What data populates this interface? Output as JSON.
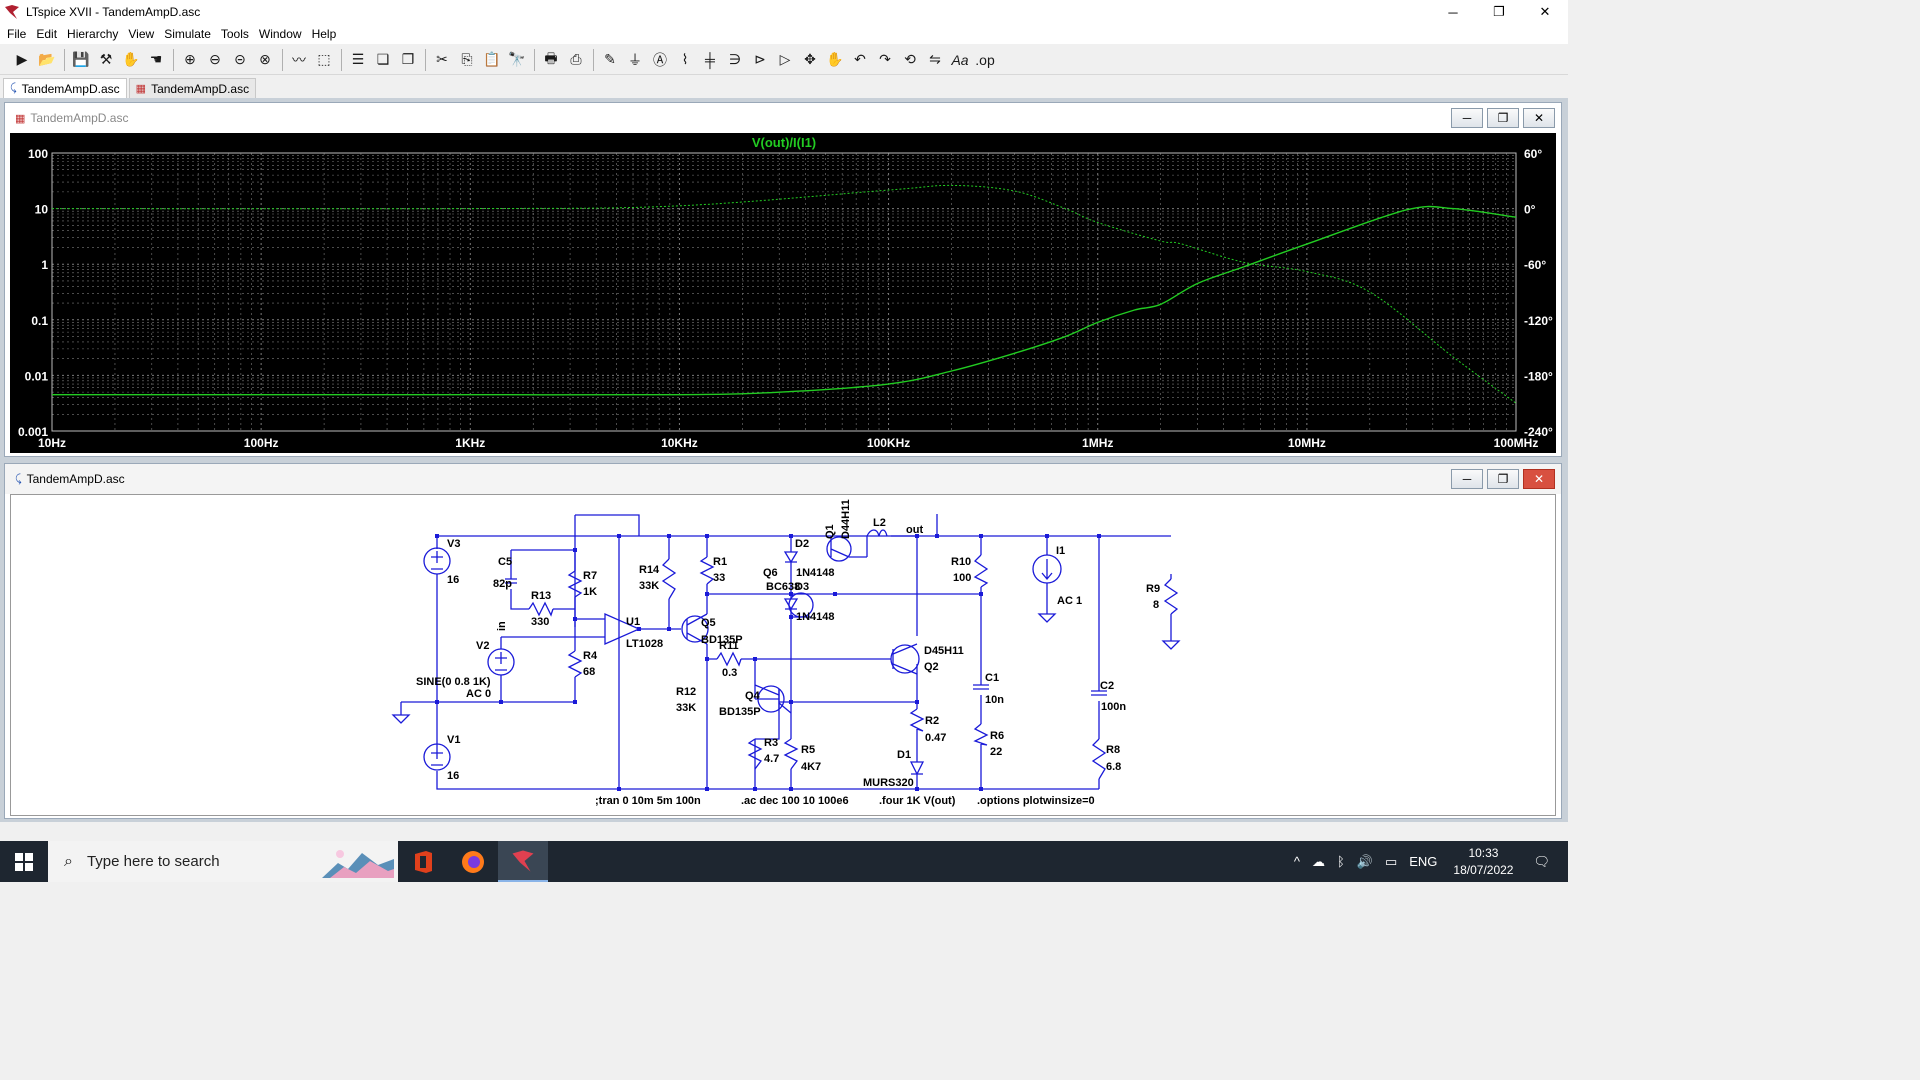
{
  "window": {
    "title": "LTspice XVII - TandemAmpD.asc",
    "minimize": "─",
    "maximize": "❐",
    "close": "✕"
  },
  "menu": [
    "File",
    "Edit",
    "Hierarchy",
    "View",
    "Simulate",
    "Tools",
    "Window",
    "Help"
  ],
  "toolbar_icons": [
    "run-icon",
    "open-icon",
    "save-icon",
    "control-panel-icon",
    "halt-icon",
    "pan-icon",
    "zoom-in-icon",
    "zoom-out-icon",
    "zoom-back-icon",
    "zoom-extent-icon",
    "waveform-icon",
    "autorange-icon",
    "tile-icon",
    "cascade-icon",
    "close-all-icon",
    "cut-icon",
    "copy-icon",
    "paste-icon",
    "find-icon",
    "print-icon",
    "print-preview-icon",
    "draw-wire-icon",
    "ground-icon",
    "label-icon",
    "resistor-icon",
    "capacitor-icon",
    "inductor-icon",
    "diode-icon",
    "component-icon",
    "move-icon",
    "drag-icon",
    "undo-icon",
    "redo-icon",
    "rotate-icon",
    "mirror-icon",
    "text-icon",
    "spice-directive-icon"
  ],
  "tabs": [
    {
      "label": "TandemAmpD.asc",
      "icon": "schematic-icon"
    },
    {
      "label": "TandemAmpD.asc",
      "icon": "waveform-icon"
    }
  ],
  "plot_window": {
    "title": "TandemAmpD.asc",
    "trace_label": "V(out)/I(I1)",
    "trace_color": "#22cc22",
    "left_axis_ticks": [
      "100",
      "10",
      "1",
      "0.1",
      "0.01",
      "0.001"
    ],
    "right_axis_ticks": [
      "60°",
      "0°",
      "-60°",
      "-120°",
      "-180°",
      "-240°"
    ],
    "x_axis_ticks": [
      "10Hz",
      "100Hz",
      "1KHz",
      "10KHz",
      "100KHz",
      "1MHz",
      "10MHz",
      "100MHz"
    ]
  },
  "chart_data": {
    "type": "line",
    "title": "V(out)/I(I1)",
    "x_scale": "log",
    "xlim": [
      10,
      100000000
    ],
    "y_scale": "log",
    "ylim": [
      0.001,
      100
    ],
    "y2lim": [
      -240,
      60
    ],
    "grid": true,
    "series": [
      {
        "axis": "left",
        "style": "solid",
        "x": [
          10,
          100,
          1000,
          10000,
          30000,
          100000,
          200000,
          400000,
          700000,
          1000000,
          1500000,
          2000000,
          3000000,
          5000000,
          10000000,
          30000000,
          50000000,
          100000000
        ],
        "y": [
          0.0045,
          0.0045,
          0.0045,
          0.0045,
          0.005,
          0.007,
          0.012,
          0.025,
          0.05,
          0.09,
          0.15,
          0.19,
          0.45,
          0.9,
          2.3,
          9.5,
          10,
          7
        ]
      },
      {
        "axis": "right",
        "style": "dashed",
        "x": [
          10,
          1000,
          10000,
          100000,
          200000,
          400000,
          700000,
          1000000,
          2000000,
          2500000,
          5000000,
          10000000,
          20000000,
          50000000,
          100000000
        ],
        "y": [
          0,
          0,
          3,
          20,
          25,
          19,
          0,
          -15,
          -35,
          -38,
          -58,
          -68,
          -90,
          -160,
          -210
        ]
      }
    ]
  },
  "schematic_window": {
    "title": "TandemAmpD.asc"
  },
  "schematic": {
    "labels": {
      "v3": "V3",
      "v3_val": "16",
      "v1": "V1",
      "v1_val": "16",
      "c5": "C5",
      "c5_val": "82p",
      "r13": "R13",
      "r13_val": "330",
      "r7": "R7",
      "r7_val": "1K",
      "r4": "R4",
      "r4_val": "68",
      "v2": "V2",
      "v2_src": "SINE(0 0.8 1K)",
      "v2_ac": "AC 0",
      "in": "in",
      "u1": "U1",
      "u1_val": "LT1028",
      "r14": "R14",
      "r14_val": "33K",
      "r12": "R12",
      "r12_val": "33K",
      "q5": "Q5",
      "q5_val": "BD135P",
      "r1": "R1",
      "r1_val": "33",
      "r11": "R11",
      "r11_val": "0.3",
      "q4": "Q4",
      "q4_val": "BD135P",
      "r3": "R3",
      "r3_val": "4.7",
      "r5": "R5",
      "r5_val": "4K7",
      "d2": "D2",
      "d2_val": "1N4148",
      "q6": "Q6",
      "q6_val": "BC638",
      "d3": "D3",
      "d3_val": "1N4148",
      "q1": "Q1",
      "q1_val": "D44H11",
      "l2": "L2",
      "out": "out",
      "q2": "Q2",
      "q2_val": "D45H11",
      "r2": "R2",
      "r2_val": "0.47",
      "d1": "D1",
      "d1_val": "MURS320",
      "r10": "R10",
      "r10_val": "100",
      "c1": "C1",
      "c1_val": "10n",
      "r6": "R6",
      "r6_val": "22",
      "i1": "I1",
      "i1_val": "AC 1",
      "c2": "C2",
      "c2_val": "100n",
      "r8": "R8",
      "r8_val": "6.8",
      "r9": "R9",
      "r9_val": "8"
    },
    "directives": {
      "tran": ";tran 0 10m 5m 100n",
      "ac": ".ac dec 100 10 100e6",
      "four": ".four 1K V(out)",
      "options": ".options plotwinsize=0"
    }
  },
  "taskbar": {
    "search_placeholder": "Type here to search",
    "apps": [
      "office-icon",
      "firefox-icon",
      "ltspice-icon"
    ],
    "tray": {
      "chevron": "^",
      "lang": "ENG",
      "time": "10:33",
      "date": "18/07/2022"
    }
  }
}
